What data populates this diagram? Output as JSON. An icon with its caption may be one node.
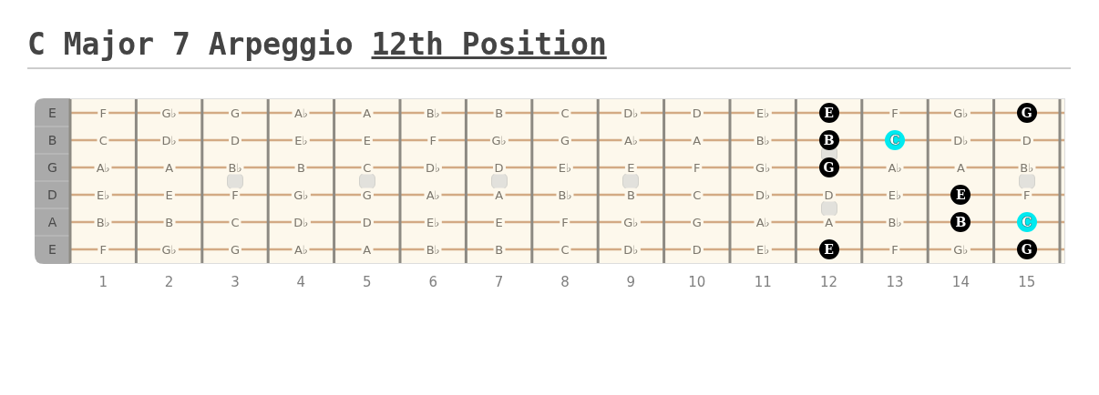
{
  "diagram": {
    "title": "C Major 7 Arpeggio 12th Position",
    "nodes": [
      {
        "text": [
          "E"
        ]
      },
      {
        "text": [
          "G"
        ]
      },
      {
        "text": [
          "B"
        ]
      },
      {
        "text": [
          "C"
        ]
      },
      {
        "text": [
          "G"
        ]
      },
      {
        "text": [
          "E"
        ]
      },
      {
        "text": [
          "B"
        ]
      },
      {
        "text": [
          "C"
        ]
      },
      {
        "text": [
          "E"
        ]
      },
      {
        "text": [
          "G"
        ]
      }
    ],
    "labels": [
      "E",
      "F",
      "G♭",
      "G",
      "A♭",
      "A",
      "B♭",
      "B",
      "C",
      "D♭",
      "D",
      "E♭",
      "F",
      "G♭",
      "B",
      "C",
      "D♭",
      "D",
      "E♭",
      "E",
      "F",
      "G♭",
      "G",
      "A♭",
      "A",
      "B♭",
      "D♭",
      "D",
      "G",
      "A♭",
      "A",
      "B♭",
      "B",
      "C",
      "D♭",
      "D",
      "E♭",
      "E",
      "F",
      "G♭",
      "A♭",
      "A",
      "B♭",
      "D",
      "E♭",
      "E",
      "F",
      "G♭",
      "G",
      "A♭",
      "A",
      "B♭",
      "B",
      "C",
      "D♭",
      "D",
      "E♭",
      "F",
      "A",
      "B♭",
      "B",
      "C",
      "D♭",
      "D",
      "E♭",
      "E",
      "F",
      "G♭",
      "G",
      "A♭",
      "A",
      "B♭",
      "E",
      "F",
      "G♭",
      "G",
      "A♭",
      "A",
      "B♭",
      "B",
      "C",
      "D♭",
      "D",
      "E♭",
      "F",
      "G♭",
      "1",
      "2",
      "3",
      "4",
      "5",
      "6",
      "7",
      "8",
      "9",
      "10",
      "11",
      "12",
      "13",
      "14",
      "15"
    ]
  }
}
